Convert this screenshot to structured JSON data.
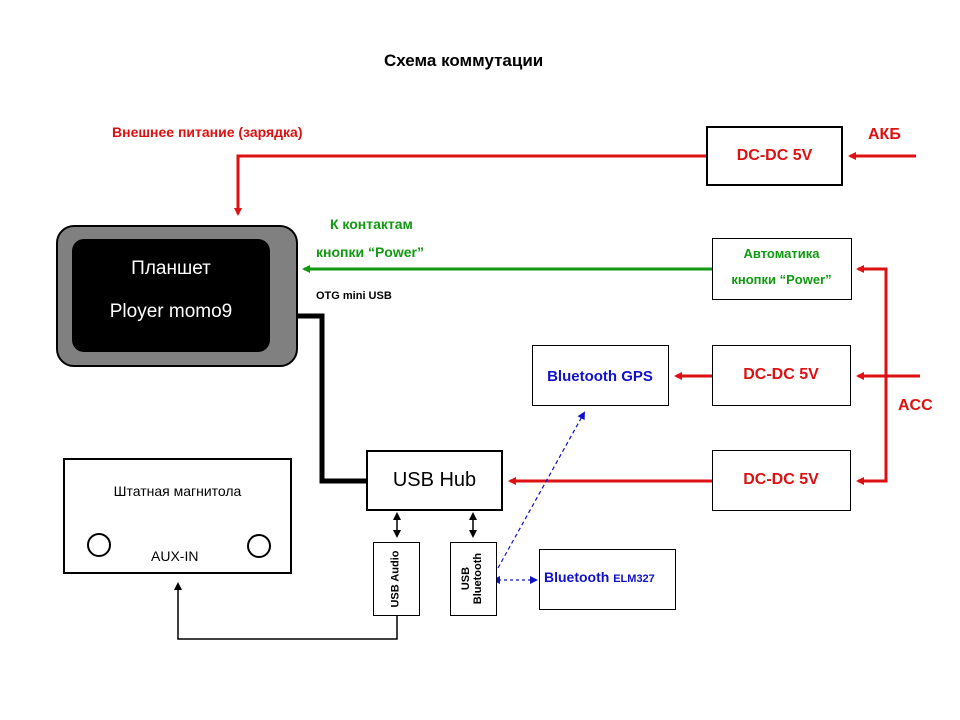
{
  "title": "Схема коммутации",
  "labels": {
    "external_power": "Внешнее питание (зарядка)",
    "akb": "АКБ",
    "acc": "ACC",
    "to_contacts": "К контактам",
    "power_button": "кнопки “Power”",
    "otg": "OTG mini USB",
    "aux_in": "AUX-IN"
  },
  "nodes": {
    "tablet_line1": "Планшет",
    "tablet_line2": "Ployer momo9",
    "dcdc_top": "DC-DC 5V",
    "automation_line1": "Автоматика",
    "automation_line2": "кнопки “Power”",
    "dcdc_mid": "DC-DC 5V",
    "dcdc_bottom": "DC-DC 5V",
    "bt_gps": "Bluetooth GPS",
    "usb_hub": "USB Hub",
    "radio": "Штатная магнитола",
    "usb_audio": "USB Audio",
    "usb_bt_line1": "USB",
    "usb_bt_line2": "Bluetooth",
    "bt_elm_prefix": "Bluetooth",
    "bt_elm_model": "ELM327"
  },
  "colors": {
    "power_line": "#dd1111",
    "control_line": "#119911",
    "bluetooth_link": "#1111cc",
    "tablet_body": "#808080",
    "tablet_screen": "#000000"
  }
}
